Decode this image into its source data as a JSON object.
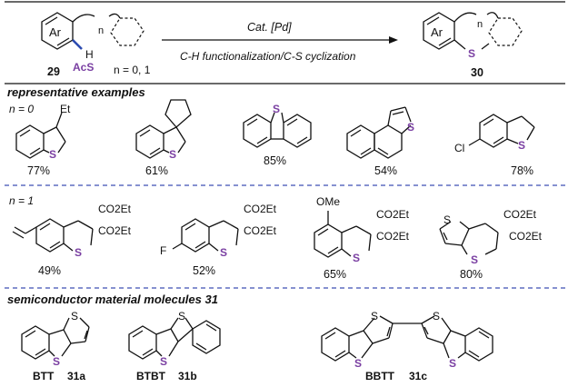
{
  "reaction": {
    "substrate_label": "29",
    "substrate_ring": "Ar",
    "substrate_n": "n",
    "substrate_acs": "AcS",
    "substrate_h": "H",
    "condition_n": "n = 0, 1",
    "catalyst": "Cat. [Pd]",
    "process": "C-H functionalization/C-S cyclization",
    "product_label": "30",
    "product_ring": "Ar",
    "product_n": "n",
    "product_s": "S"
  },
  "section1": {
    "title": "representative examples",
    "n_label": "n = 0",
    "examples": [
      {
        "yield": "77%",
        "substituent": "Et"
      },
      {
        "yield": "61%"
      },
      {
        "yield": "85%"
      },
      {
        "yield": "54%"
      },
      {
        "yield": "78%",
        "substituent": "Cl"
      }
    ]
  },
  "section2": {
    "n_label": "n = 1",
    "examples": [
      {
        "yield": "49%",
        "groups": [
          "CO2Et",
          "CO2Et"
        ]
      },
      {
        "yield": "52%",
        "substituent": "F",
        "groups": [
          "CO2Et",
          "CO2Et"
        ]
      },
      {
        "yield": "65%",
        "substituent": "OMe",
        "groups": [
          "CO2Et",
          "CO2Et"
        ]
      },
      {
        "yield": "80%",
        "groups": [
          "CO2Et",
          "CO2Et"
        ]
      }
    ]
  },
  "section3": {
    "title": "semiconductor material molecules 31",
    "molecules": [
      {
        "name": "BTT",
        "code": "31a"
      },
      {
        "name": "BTBT",
        "code": "31b"
      },
      {
        "name": "BBTT",
        "code": "31c"
      }
    ]
  },
  "atom_s": "S",
  "colors": {
    "sulfur": "#7a3fa2",
    "bond_to_s": "#2c4bb0",
    "separator": "#3e4fb5"
  }
}
